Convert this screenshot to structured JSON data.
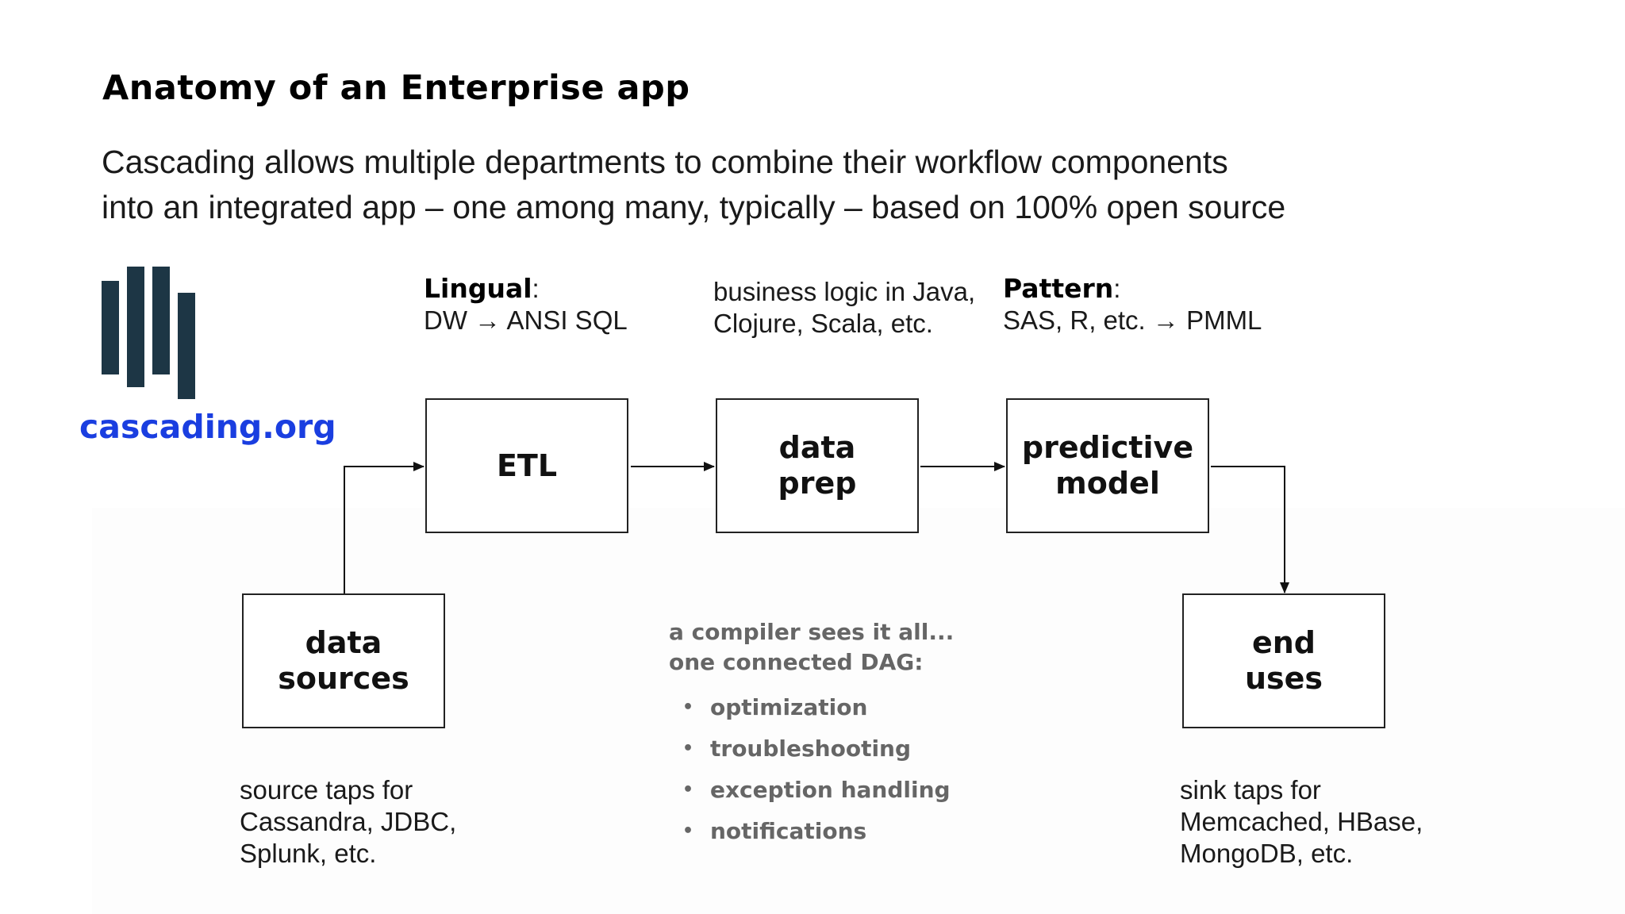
{
  "title": "Anatomy of an Enterprise app",
  "subtitle": {
    "line1": "Cascading allows multiple departments to combine their workflow components",
    "line2": "into an integrated app – one among many, typically – based on 100% open source"
  },
  "logo": {
    "text": "cascading.org",
    "icon": "cascading-bars-logo",
    "color": "#1a3ee0",
    "bar_color": "#1d3645"
  },
  "annotations": {
    "lingual": {
      "bold": "Lingual",
      "suffix": ":",
      "line2": "DW → ANSI SQL"
    },
    "business_logic": {
      "line1": "business logic in Java,",
      "line2": "Clojure, Scala, etc."
    },
    "pattern": {
      "bold": "Pattern",
      "suffix": ":",
      "line2": "SAS, R, etc. → PMML"
    },
    "source_taps": {
      "line1": "source taps for",
      "line2": "Cassandra, JDBC,",
      "line3": "Splunk, etc."
    },
    "sink_taps": {
      "line1": "sink taps for",
      "line2": "Memcached, HBase,",
      "line3": "MongoDB, etc."
    }
  },
  "boxes": {
    "etl": "ETL",
    "data_prep": "data\nprep",
    "predictive_model": "predictive\nmodel",
    "data_sources": "data\nsources",
    "end_uses": "end\nuses"
  },
  "compiler": {
    "line1": "a compiler sees it all...",
    "line2": "one connected DAG:",
    "bullets": [
      "optimization",
      "troubleshooting",
      "exception handling",
      "notifications"
    ],
    "color": "#666666"
  }
}
